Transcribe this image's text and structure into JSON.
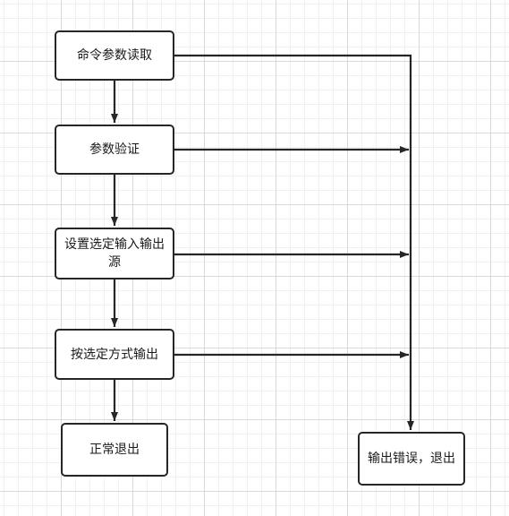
{
  "diagram": {
    "nodes": {
      "read_args": "命令参数读取",
      "validate_args": "参数验证",
      "set_source": "设置选定输入输出源",
      "output_by_mode": "按选定方式输出",
      "normal_exit": "正常退出",
      "error_exit": "输出错误，退出"
    },
    "edges": [
      {
        "from": "read_args",
        "to": "validate_args"
      },
      {
        "from": "validate_args",
        "to": "set_source"
      },
      {
        "from": "set_source",
        "to": "output_by_mode"
      },
      {
        "from": "output_by_mode",
        "to": "normal_exit"
      },
      {
        "from": "read_args",
        "to": "error_exit"
      },
      {
        "from": "validate_args",
        "to": "error_exit"
      },
      {
        "from": "set_source",
        "to": "error_exit"
      },
      {
        "from": "output_by_mode",
        "to": "error_exit"
      }
    ],
    "colors": {
      "stroke": "#262626",
      "grid": "#d9d9d9",
      "background": "#ffffff"
    }
  }
}
